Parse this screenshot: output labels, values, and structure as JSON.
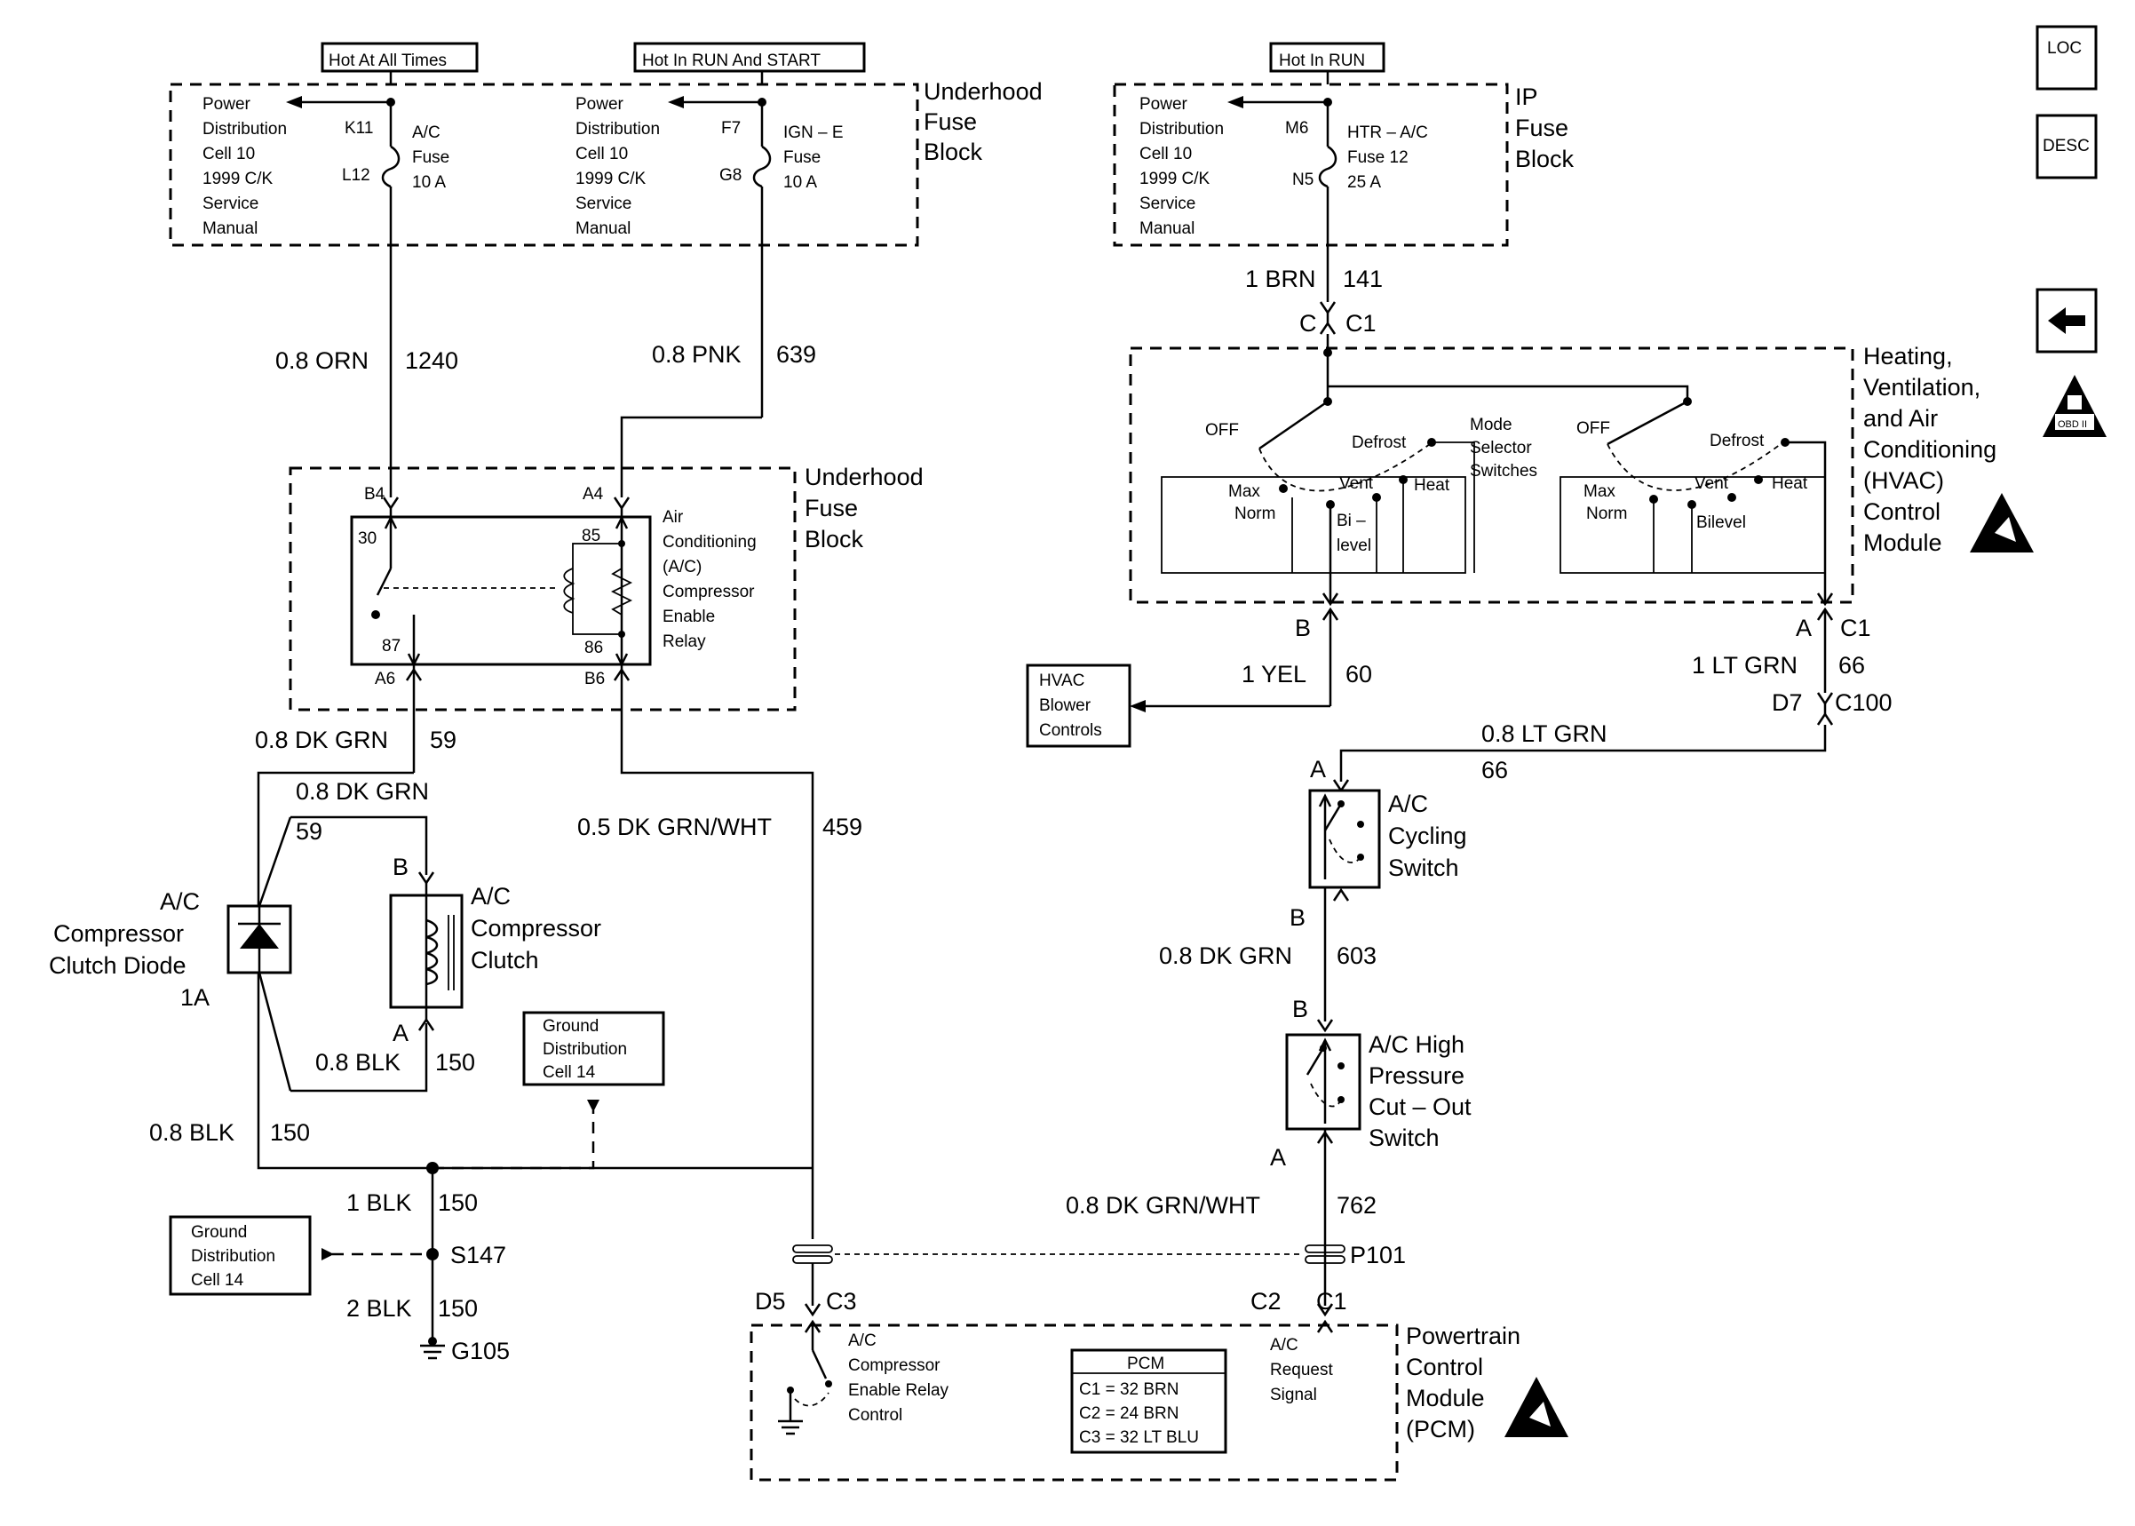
{
  "nav": {
    "loc_label": "LOC",
    "desc_label": "DESC",
    "obd_label": "OBD II"
  },
  "fuse_block_1": {
    "power_header": "Hot At All Times",
    "ign_header": "Hot In RUN And START",
    "title_lines": [
      "Underhood",
      "Fuse",
      "Block"
    ],
    "ref_lines": [
      "Power",
      "Distribution",
      "Cell 10",
      "1999 C/K",
      "Service",
      "Manual"
    ],
    "ac_fuse": {
      "pin_in": "K11",
      "pin_out": "L12",
      "lines": [
        "A/C",
        "Fuse",
        "10 A"
      ]
    },
    "ign_fuse": {
      "pin_in": "F7",
      "pin_out": "G8",
      "lines": [
        "IGN – E",
        "Fuse",
        "10 A"
      ]
    }
  },
  "ip_fuse_block": {
    "header": "Hot In RUN",
    "title_lines": [
      "IP",
      "Fuse",
      "Block"
    ],
    "ref_lines": [
      "Power",
      "Distribution",
      "Cell 10",
      "1999 C/K",
      "Service",
      "Manual"
    ],
    "fuse": {
      "pin_in": "M6",
      "pin_out": "N5",
      "lines": [
        "HTR – A/C",
        "Fuse 12",
        "25 A"
      ]
    }
  },
  "wires": {
    "w1240_size": "0.8 ORN",
    "w1240_circ": "1240",
    "w639_size": "0.8 PNK",
    "w639_circ": "639",
    "w141_size": "1 BRN",
    "w141_circ": "141",
    "w59a_size": "0.8 DK GRN",
    "w59a_circ": "59",
    "w59b_size": "0.8 DK GRN",
    "w59b_circ": "59",
    "w459_size": "0.5 DK GRN/WHT",
    "w459_circ": "459",
    "w150a_size": "0.8 BLK",
    "w150a_circ": "150",
    "w150b_size": "0.8 BLK",
    "w150b_circ": "150",
    "w150c_size": "1 BLK",
    "w150c_circ": "150",
    "w150d_size": "2 BLK",
    "w150d_circ": "150",
    "w60_size": "1 YEL",
    "w60_circ": "60",
    "w66a_size": "1 LT GRN",
    "w66a_circ": "66",
    "w66b_size": "0.8 LT GRN",
    "w66b_circ": "66",
    "w603_size": "0.8 DK GRN",
    "w603_circ": "603",
    "w762_size": "0.8 DK GRN/WHT",
    "w762_circ": "762"
  },
  "relay": {
    "title_lines": [
      "Underhood",
      "Fuse",
      "Block"
    ],
    "name_lines": [
      "Air",
      "Conditioning",
      "(A/C)",
      "Compressor",
      "Enable",
      "Relay"
    ],
    "pins": {
      "b4": "B4",
      "a4": "A4",
      "a6": "A6",
      "b6": "B6",
      "p30": "30",
      "p87": "87",
      "p85": "85",
      "p86": "86"
    }
  },
  "hvac": {
    "conn_c": "C",
    "conn_c1": "C1",
    "title_lines": [
      "Heating,",
      "Ventilation,",
      "and Air",
      "Conditioning",
      "(HVAC)",
      "Control",
      "Module"
    ],
    "mode_lines": [
      "Mode",
      "Selector",
      "Switches"
    ],
    "left_switch": {
      "off": "OFF",
      "defrost": "Defrost",
      "max": "Max",
      "norm": "Norm",
      "vent": "Vent",
      "heat": "Heat",
      "bi": "Bi –",
      "level": "level"
    },
    "right_switch": {
      "off": "OFF",
      "defrost": "Defrost",
      "max": "Max",
      "norm": "Norm",
      "vent": "Vent",
      "heat": "Heat",
      "bilevel": "Bilevel"
    },
    "pin_b": "B",
    "pin_a": "A",
    "pin_a_conn": "C1",
    "pin_d7": "D7",
    "pin_d7_conn": "C100"
  },
  "blower": {
    "lines": [
      "HVAC",
      "Blower",
      "Controls"
    ]
  },
  "clutch_diode": {
    "lines": [
      "A/C",
      "Compressor",
      "Clutch Diode",
      "1A"
    ]
  },
  "clutch": {
    "pin_b": "B",
    "pin_a": "A",
    "lines": [
      "A/C",
      "Compressor",
      "Clutch"
    ]
  },
  "ground_ref_1": {
    "lines": [
      "Ground",
      "Distribution",
      "Cell 14"
    ]
  },
  "ground_ref_2": {
    "lines": [
      "Ground",
      "Distribution",
      "Cell 14"
    ]
  },
  "splice": {
    "s147": "S147",
    "g105": "G105"
  },
  "cycling_switch": {
    "pin_a": "A",
    "pin_b": "B",
    "lines": [
      "A/C",
      "Cycling",
      "Switch"
    ]
  },
  "pressure_switch": {
    "pin_b": "B",
    "pin_a": "A",
    "lines": [
      "A/C High",
      "Pressure",
      "Cut – Out",
      "Switch"
    ]
  },
  "pcm": {
    "p101": "P101",
    "pin_d5": "D5",
    "conn_c3": "C3",
    "pin_c2": "C2",
    "conn_c1": "C1",
    "relay_ctrl_lines": [
      "A/C",
      "Compressor",
      "Enable Relay",
      "Control"
    ],
    "request_lines": [
      "A/C",
      "Request",
      "Signal"
    ],
    "table_header": "PCM",
    "table_rows": [
      "C1 = 32 BRN",
      "C2 = 24 BRN",
      "C3 = 32 LT BLU"
    ],
    "title_lines": [
      "Powertrain",
      "Control",
      "Module",
      "(PCM)"
    ]
  }
}
